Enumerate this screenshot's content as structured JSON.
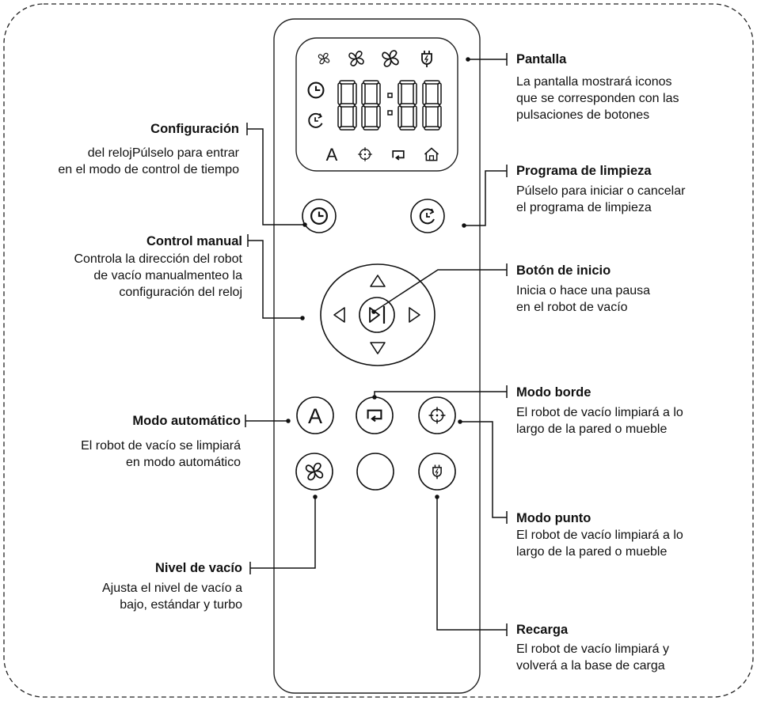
{
  "display": {
    "digits": "88:88",
    "letter_a": "A"
  },
  "buttons": {
    "auto_label": "A"
  },
  "callouts": {
    "pantalla": {
      "title": "Pantalla",
      "lines": [
        "La pantalla mostrará iconos",
        "que se corresponden con las",
        "pulsaciones de botones"
      ]
    },
    "configuracion": {
      "title": "Configuración",
      "lines": [
        "del relojPúlselo para entrar",
        "en el modo de control de tiempo"
      ]
    },
    "programa": {
      "title": "Programa de limpieza",
      "lines": [
        "Púlselo para iniciar o cancelar",
        "el programa de limpieza"
      ]
    },
    "control_manual": {
      "title": "Control manual",
      "lines": [
        "Controla la dirección del robot",
        "de vacío manualmenteo la",
        "configuración del reloj"
      ]
    },
    "inicio": {
      "title": "Botón de inicio",
      "lines": [
        "Inicia o hace una pausa",
        "en el robot de vacío"
      ]
    },
    "modo_borde": {
      "title": "Modo borde",
      "lines": [
        "El robot de vacío limpiará a lo",
        "largo de la pared o mueble"
      ]
    },
    "modo_automatico": {
      "title": "Modo automático",
      "lines": [
        "El robot de vacío se limpiará",
        "en modo automático"
      ]
    },
    "modo_punto": {
      "title": "Modo punto",
      "lines": [
        "El robot de vacío limpiará a lo",
        "largo de la pared o mueble"
      ]
    },
    "nivel_vacio": {
      "title": "Nivel de vacío",
      "lines": [
        "Ajusta el nivel de vacío a",
        "bajo, estándar y turbo"
      ]
    },
    "recarga": {
      "title": "Recarga",
      "lines": [
        "El robot de vacío limpiará y",
        "volverá a la base de carga"
      ]
    }
  },
  "icons": {
    "display_row": [
      "fan-low-icon",
      "fan-mid-icon",
      "fan-high-icon",
      "plug-icon"
    ],
    "display_bottom": [
      "auto-icon",
      "spot-icon",
      "edge-icon",
      "home-icon"
    ],
    "buttons": [
      "clock-icon",
      "schedule-icon",
      "play-pause-icon",
      "arrow-up-icon",
      "arrow-down-icon",
      "arrow-left-icon",
      "arrow-right-icon",
      "edge-icon",
      "spot-icon",
      "fan-icon",
      "plug-icon"
    ]
  }
}
